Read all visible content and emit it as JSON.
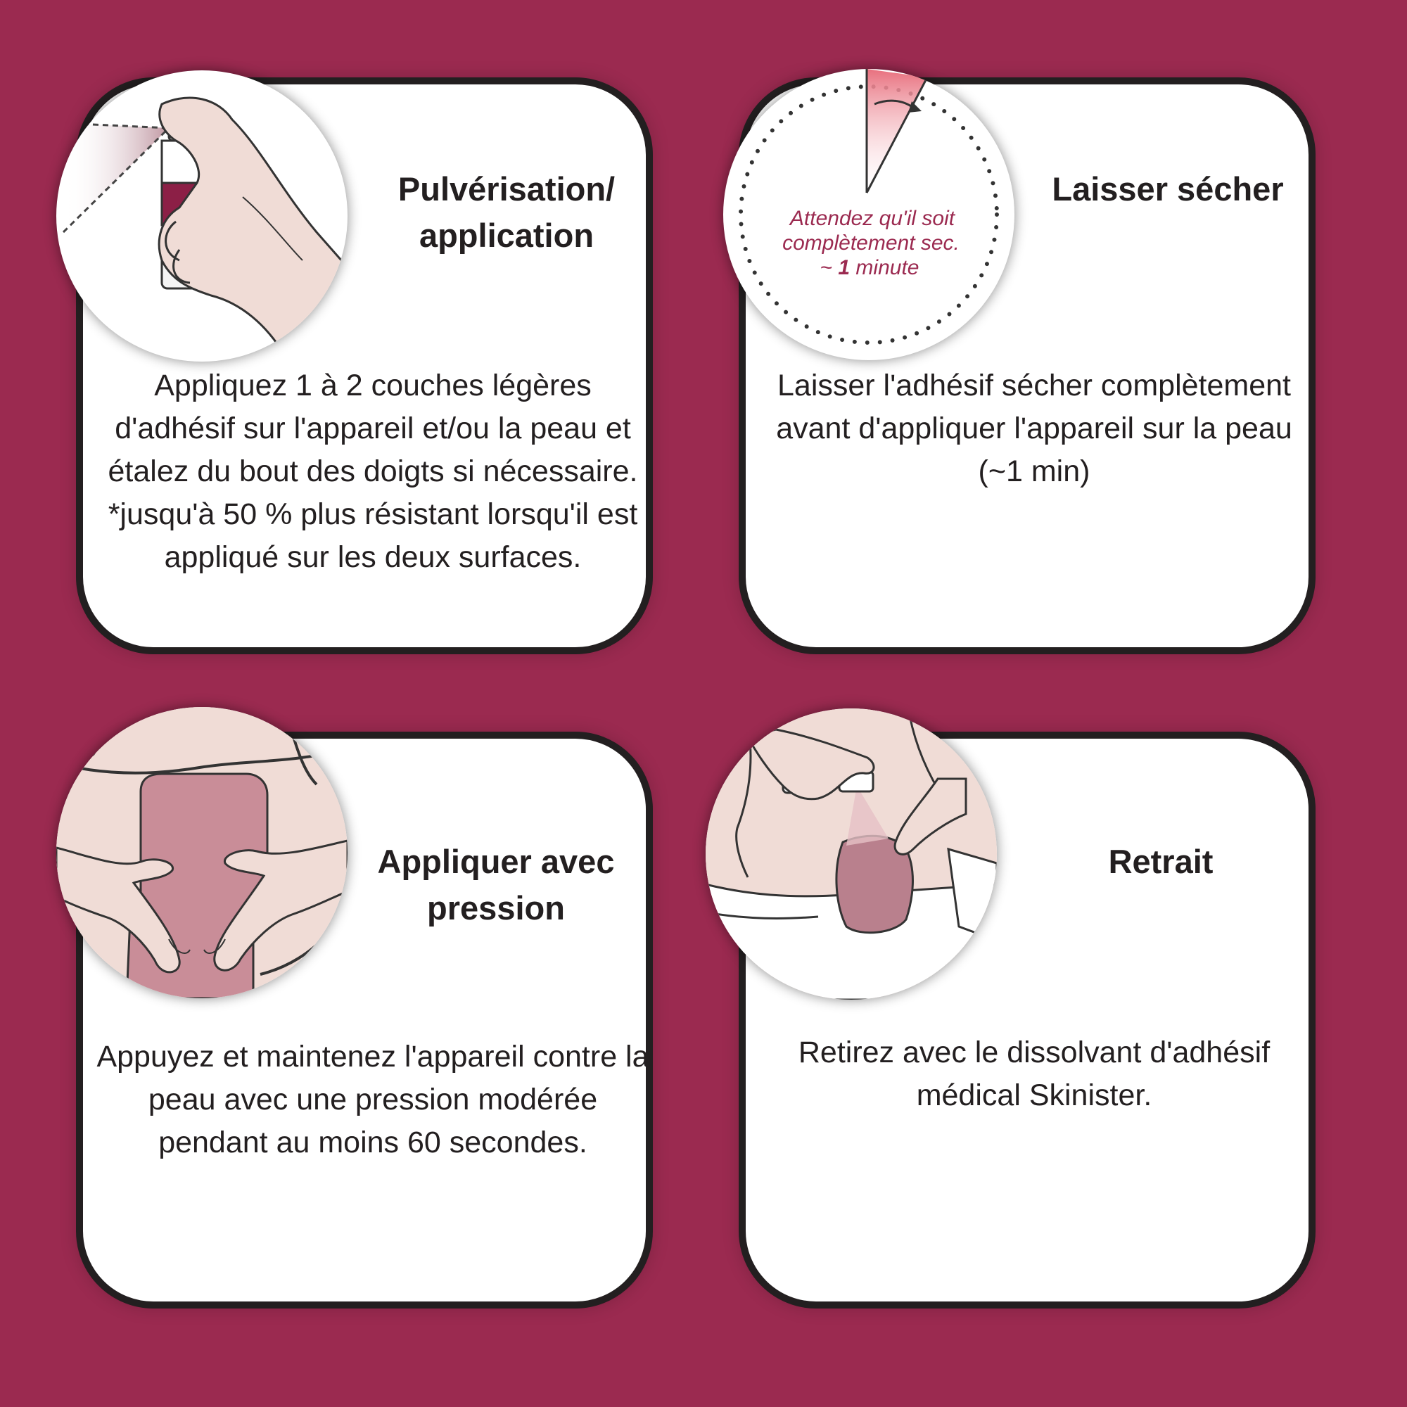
{
  "colors": {
    "background": "#9b2a50",
    "card": "#ffffff",
    "card_border": "#231f20",
    "text": "#231f20",
    "accent": "#9b2a50",
    "skin": "#f0dcd6",
    "device": "#c98d98"
  },
  "steps": [
    {
      "title": "Pulvérisation/\napplication",
      "body": "Appliquez 1 à 2 couches légères d'adhésif sur l'appareil et/ou la peau et étalez du bout des doigts si nécessaire. *jusqu'à 50 % plus résistant lorsqu'il est appliqué sur les deux surfaces.",
      "icon": "spray-hand-icon"
    },
    {
      "title": "Laisser sécher",
      "body": "Laisser l'adhésif sécher complètement avant d'appliquer l'appareil sur la peau (~1 min)",
      "icon": "timer-icon",
      "timer_note": {
        "line1": "Attendez qu'il soit",
        "line2": "complètement sec.",
        "line3_prefix": "~ ",
        "line3_number": "1",
        "line3_suffix": " minute"
      }
    },
    {
      "title": "Appliquer avec\npression",
      "body": "Appuyez et maintenez l'appareil contre la peau avec une pression modérée pendant au moins 60 secondes.",
      "icon": "press-hands-icon"
    },
    {
      "title": "Retrait",
      "body": "Retirez avec le dissolvant d'adhésif médical Skinister.",
      "icon": "removal-spray-icon"
    }
  ]
}
